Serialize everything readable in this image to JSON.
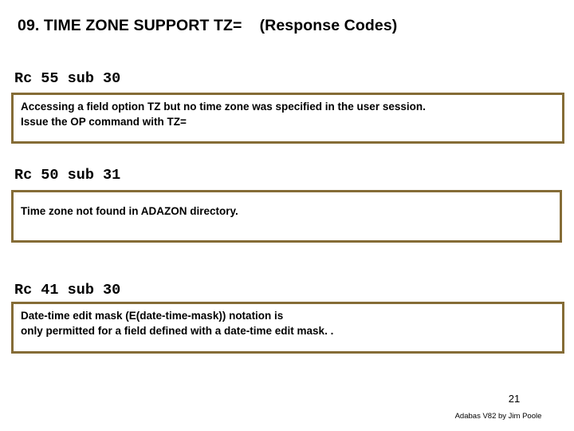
{
  "slide": {
    "title": "09. TIME ZONE SUPPORT TZ=    (Response Codes)",
    "page_number": "21",
    "footer_credit": "Adabas V82 by Jim Poole",
    "border_color": "#856c36",
    "background_color": "#ffffff",
    "text_color": "#000000"
  },
  "sections": [
    {
      "heading": "Rc 55 sub 30",
      "body": "Accessing a field option TZ but no time zone was specified in the user session.\nIssue the OP command with TZ="
    },
    {
      "heading": "Rc 50 sub 31",
      "body": "Time zone not found in ADAZON directory."
    },
    {
      "heading": "Rc 41 sub 30",
      "body": "Date-time edit mask (E(date-time-mask)) notation is\nonly permitted for a field defined with a date-time edit mask. ."
    }
  ]
}
